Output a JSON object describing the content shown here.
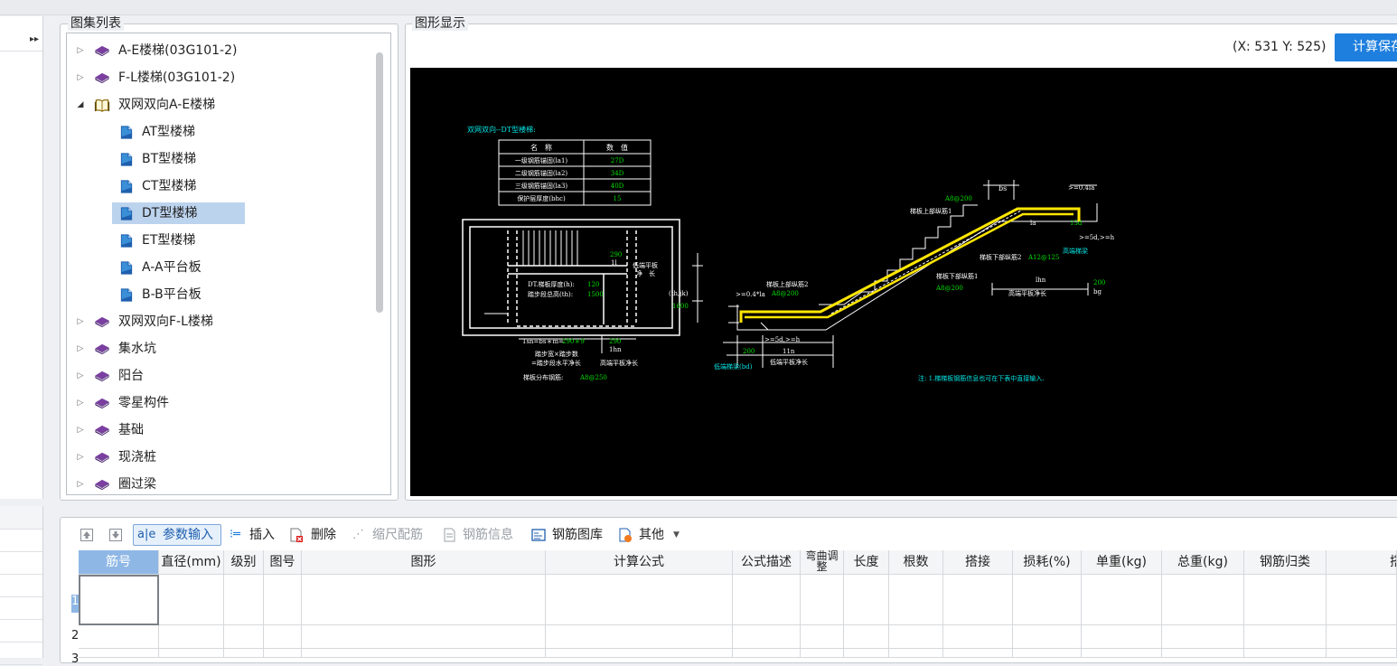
{
  "left_panel": {
    "collapse_icon": "double-chevron-right-icon"
  },
  "atlas": {
    "title": "图集列表",
    "items": [
      {
        "label": "A-E楼梯(03G101-2)",
        "icon": "book-icon",
        "expander": "collapsed"
      },
      {
        "label": "F-L楼梯(03G101-2)",
        "icon": "book-icon",
        "expander": "collapsed"
      },
      {
        "label": "双网双向A-E楼梯",
        "icon": "open-book-icon",
        "expander": "expanded"
      },
      {
        "label": "AT型楼梯",
        "icon": "page-icon"
      },
      {
        "label": "BT型楼梯",
        "icon": "page-icon"
      },
      {
        "label": "CT型楼梯",
        "icon": "page-icon"
      },
      {
        "label": "DT型楼梯",
        "icon": "page-icon",
        "selected": true
      },
      {
        "label": "ET型楼梯",
        "icon": "page-icon"
      },
      {
        "label": "A-A平台板",
        "icon": "page-icon"
      },
      {
        "label": "B-B平台板",
        "icon": "page-icon"
      },
      {
        "label": "双网双向F-L楼梯",
        "icon": "book-icon",
        "expander": "collapsed"
      },
      {
        "label": "集水坑",
        "icon": "book-icon",
        "expander": "collapsed"
      },
      {
        "label": "阳台",
        "icon": "book-icon",
        "expander": "collapsed"
      },
      {
        "label": "零星构件",
        "icon": "book-icon",
        "expander": "collapsed"
      },
      {
        "label": "基础",
        "icon": "book-icon",
        "expander": "collapsed"
      },
      {
        "label": "现浇桩",
        "icon": "book-icon",
        "expander": "collapsed"
      },
      {
        "label": "圈过梁",
        "icon": "book-icon",
        "expander": "collapsed"
      }
    ],
    "selected_color": "#bcd3ee"
  },
  "graphic": {
    "title": "图形显示",
    "coord": "(X: 531 Y: 525)",
    "calc_button": "计算保存",
    "canvas_bg": "#000000",
    "drawing": {
      "heading": "双网双向--DT型楼梯:",
      "table_head": [
        "名　称",
        "数　值"
      ],
      "table_rows": [
        [
          "一级钢筋锚固(la1)",
          "27D"
        ],
        [
          "二级钢筋锚固(la2)",
          "34D"
        ],
        [
          "三级钢筋锚固(la3)",
          "40D"
        ],
        [
          "保护层厚度(bhc)",
          "15"
        ]
      ],
      "plan_labels": {
        "h": "DT.梯板厚度(h):",
        "h_val": "120",
        "th": "踏步段总高(th):",
        "th_val": "1500",
        "ln": "1sn=bs＊m=",
        "ln_val": "290＊9",
        "low_platform": "低端平板",
        "net_len": "净　长",
        "w290": "290",
        "w1l": "1l",
        "w1hn": "1hn",
        "tread": "踏步宽×踏步数",
        "tread2": "=踏步段水平净长",
        "high_net": "高端平板净长",
        "dist": "梯板分布钢筋:",
        "dist_val": "A8@250",
        "thjk": "(th,jk)",
        "h1600": "1600"
      },
      "section_labels": {
        "upper1": "梯板上部纵筋1",
        "upper1_val": "A8@200",
        "upper2": "梯板上部纵筋2",
        "upper2_val": "A8@200",
        "lower1": "梯板下部纵筋1",
        "lower1_val": "A8@200",
        "lower2": "梯板下部纵筋2",
        "lower2_val": "A12@125",
        "anchor1": ">=0.4*la",
        "anchor2": ">=0.4la",
        "d5h": ">=5d,>=h",
        "bs": "bs",
        "la": "la",
        "ln": "ln",
        "lhn": "lhn",
        "high_beam": "高端梯梁",
        "low_beam": "低端梯梁(bd)",
        "low_net": "低端平板净长",
        "high_net2": "高端平板净长",
        "w200a": "200",
        "w200b": "200",
        "bg": "bg",
        "w11": "11n",
        "d15": "15d",
        "note": "注: 1.梯梯板钢筋信息也可在下表中直接输入."
      }
    }
  },
  "toolbar": {
    "up_icon": "move-up-icon",
    "down_icon": "move-down-icon",
    "param_input": "参数输入",
    "insert": "插入",
    "delete": "删除",
    "scale_rebar": "缩尺配筋",
    "rebar_info": "钢筋信息",
    "rebar_library": "钢筋图库",
    "other": "其他"
  },
  "table": {
    "columns": [
      "筋号",
      "直径(mm)",
      "级别",
      "图号",
      "图形",
      "计算公式",
      "公式描述",
      "弯曲调整",
      "长度",
      "根数",
      "搭接",
      "损耗(%)",
      "单重(kg)",
      "总重(kg)",
      "钢筋归类",
      "搭接形式"
    ],
    "rows": [
      "1",
      "2",
      "3"
    ]
  }
}
